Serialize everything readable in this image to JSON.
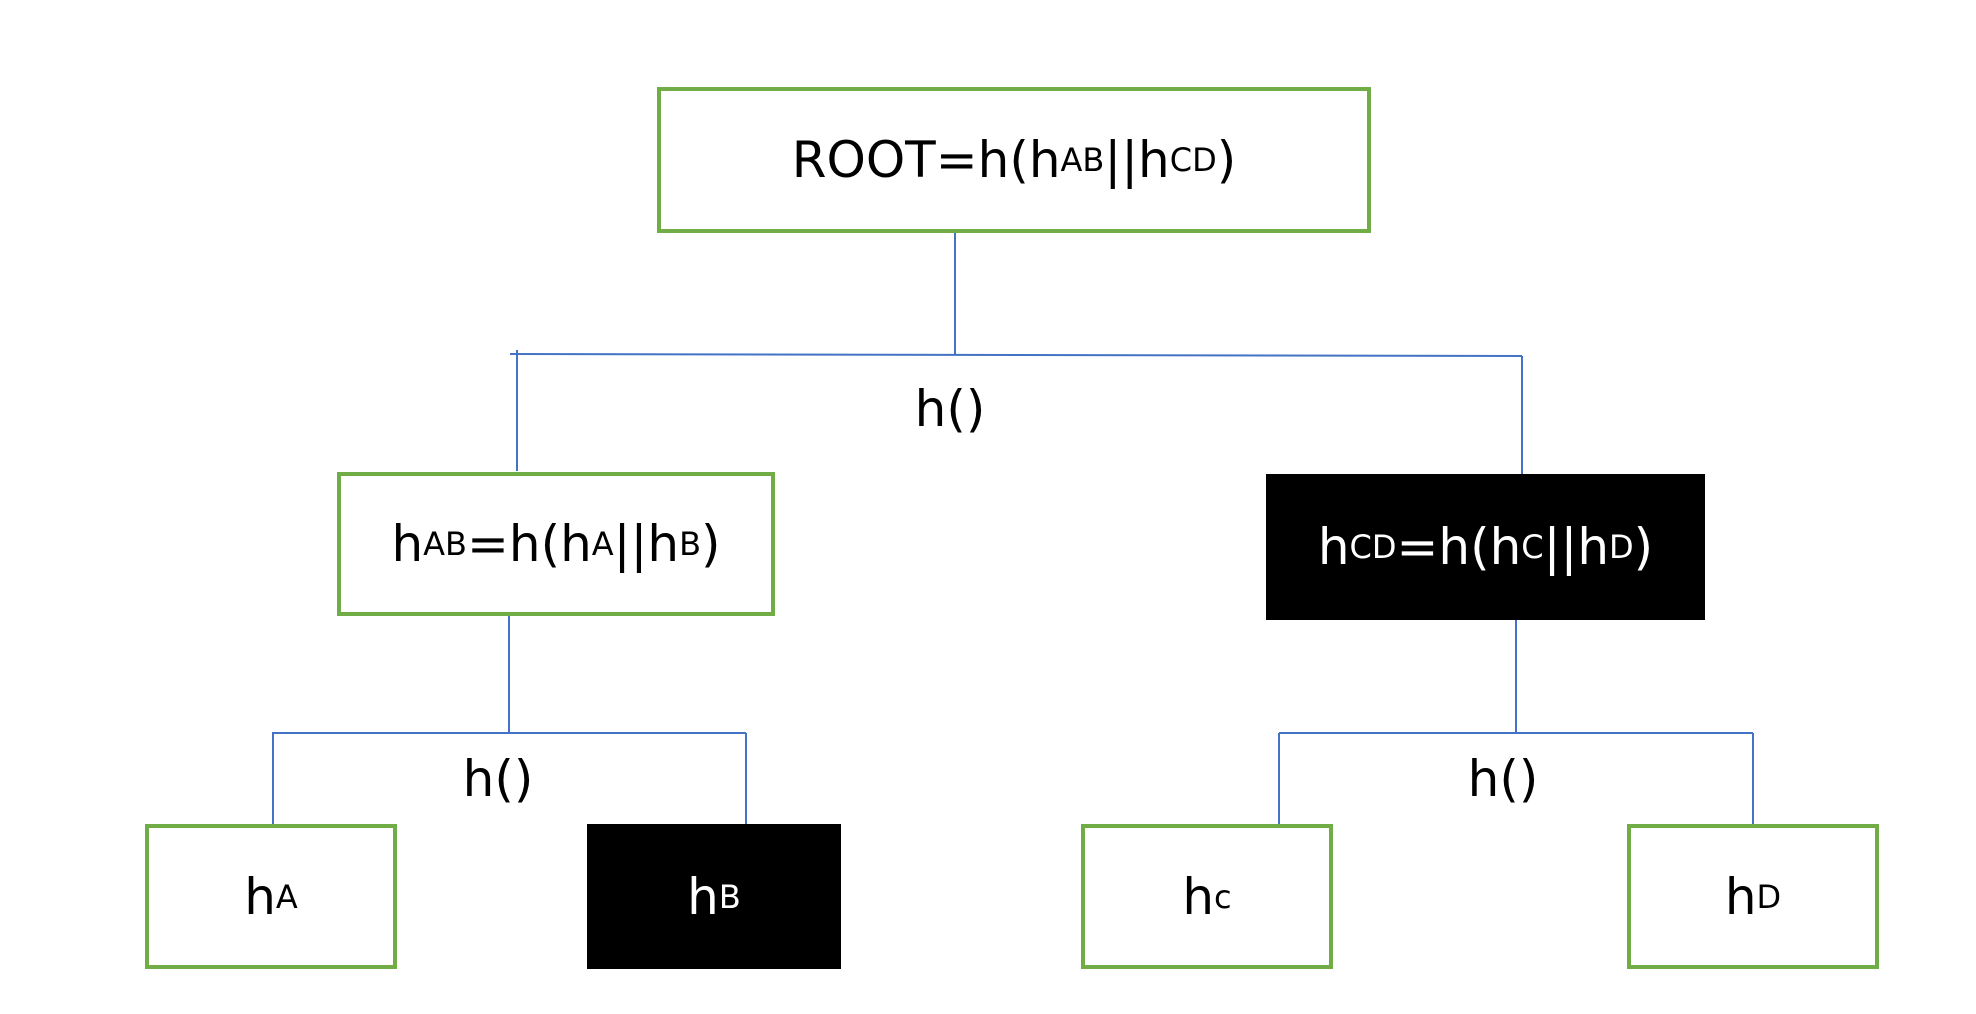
{
  "nodes": {
    "root": {
      "text": "ROOT=h(h",
      "sub1": "AB",
      "mid1": "||h",
      "sub2": "CD",
      "end": ")"
    },
    "ab": {
      "pre": "h",
      "sub0": "AB",
      "text": "=h(h",
      "sub1": "A",
      "mid1": "||h",
      "sub2": "B",
      "end": ")"
    },
    "cd": {
      "pre": "h",
      "sub0": "CD",
      "text": "=h(h",
      "sub1": "C",
      "mid1": "||h",
      "sub2": "D",
      "end": ")"
    },
    "a": {
      "pre": "h",
      "sub0": "A"
    },
    "b": {
      "pre": "h",
      "sub0": "B"
    },
    "c": {
      "pre": "h",
      "sub0": "c"
    },
    "d": {
      "pre": "h",
      "sub0": "D"
    }
  },
  "hash_labels": {
    "top": "h()",
    "left": "h()",
    "right": "h()"
  },
  "colors": {
    "box_border": "#70ad47",
    "connector": "#4472c4",
    "highlight_fill": "#000000"
  }
}
